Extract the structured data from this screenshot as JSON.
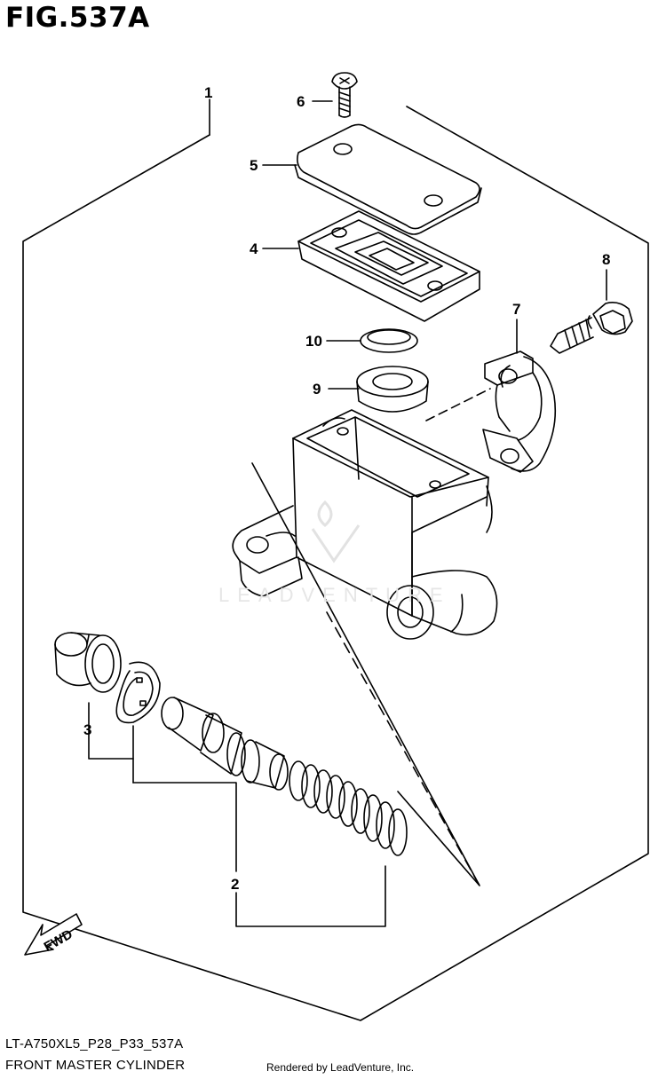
{
  "figure": {
    "title": "FIG.537A",
    "code": "LT-A750XL5_P28_P33_537A",
    "name": "FRONT MASTER CYLINDER",
    "rendered_by": "Rendered by LeadVenture, Inc."
  },
  "callouts": [
    {
      "id": "c1",
      "label": "1"
    },
    {
      "id": "c2",
      "label": "2"
    },
    {
      "id": "c3",
      "label": "3"
    },
    {
      "id": "c4",
      "label": "4"
    },
    {
      "id": "c5",
      "label": "5"
    },
    {
      "id": "c6",
      "label": "6"
    },
    {
      "id": "c7",
      "label": "7"
    },
    {
      "id": "c8",
      "label": "8"
    },
    {
      "id": "c9",
      "label": "9"
    },
    {
      "id": "c10",
      "label": "10"
    }
  ],
  "fwd_label": "FWD",
  "watermark": "LEADVENTURE"
}
